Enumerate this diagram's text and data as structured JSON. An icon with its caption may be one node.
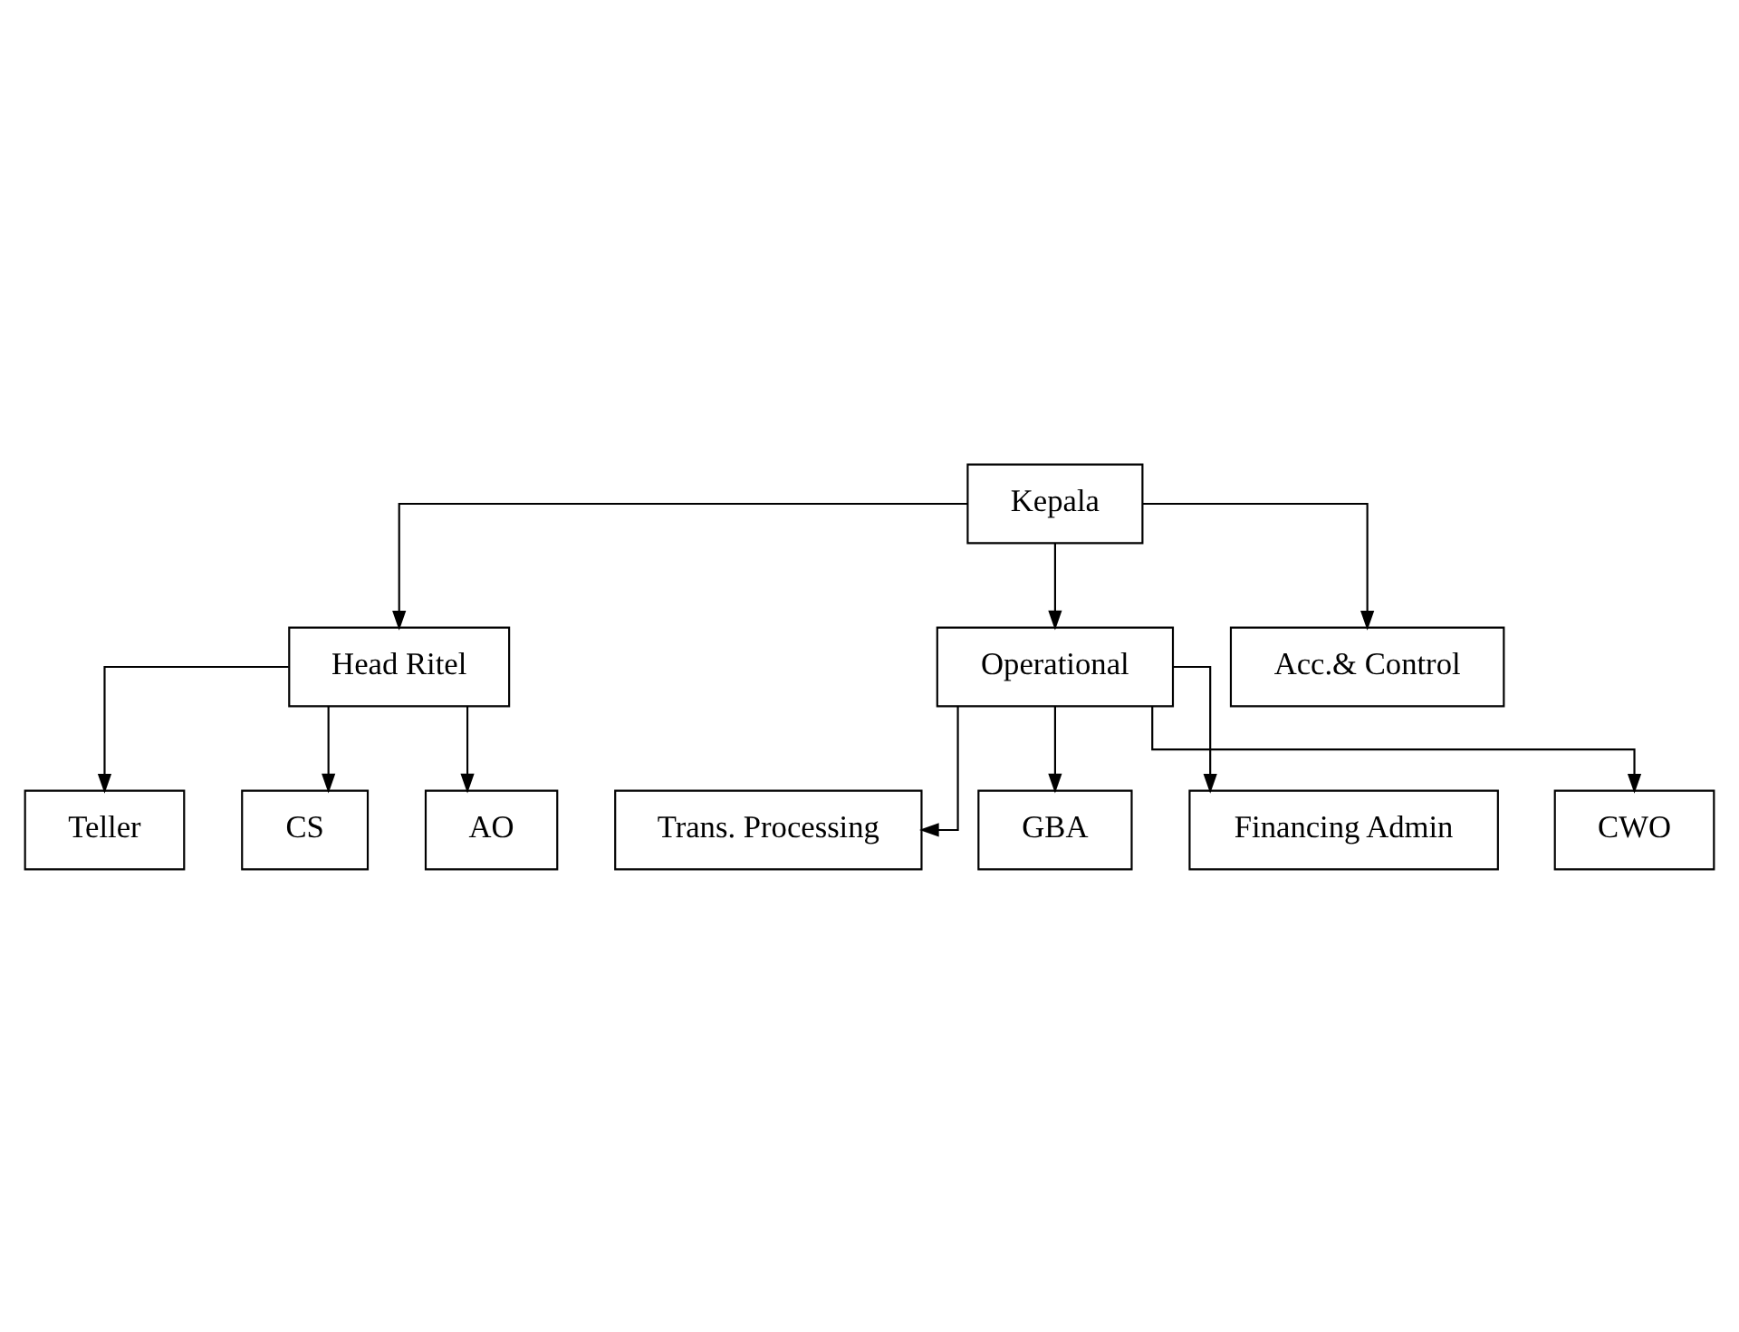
{
  "diagram": {
    "nodes": [
      {
        "text": [
          "Kepala"
        ]
      },
      {
        "text": [
          "Head Ritel"
        ]
      },
      {
        "text": [
          "Operational"
        ]
      },
      {
        "text": [
          "Acc.& Control"
        ]
      },
      {
        "text": [
          "Teller"
        ]
      },
      {
        "text": [
          "CS"
        ]
      },
      {
        "text": [
          "AO"
        ]
      },
      {
        "text": [
          "Trans. Processing"
        ]
      },
      {
        "text": [
          "GBA"
        ]
      },
      {
        "text": [
          "Financing Admin"
        ]
      },
      {
        "text": [
          "CWO"
        ]
      }
    ],
    "edges": [
      {
        "from": 0,
        "to": 1,
        "arrow": "to"
      },
      {
        "from": 0,
        "to": 2,
        "arrow": "to"
      },
      {
        "from": 0,
        "to": 3,
        "arrow": "to"
      },
      {
        "from": 1,
        "to": 4,
        "arrow": "to"
      },
      {
        "from": 1,
        "to": 5,
        "arrow": "to"
      },
      {
        "from": 1,
        "to": 6,
        "arrow": "to"
      },
      {
        "from": 2,
        "to": 7,
        "arrow": "to"
      },
      {
        "from": 2,
        "to": 8,
        "arrow": "to"
      },
      {
        "from": 2,
        "to": 9,
        "arrow": "to"
      },
      {
        "from": 2,
        "to": 10,
        "arrow": "to"
      }
    ]
  }
}
